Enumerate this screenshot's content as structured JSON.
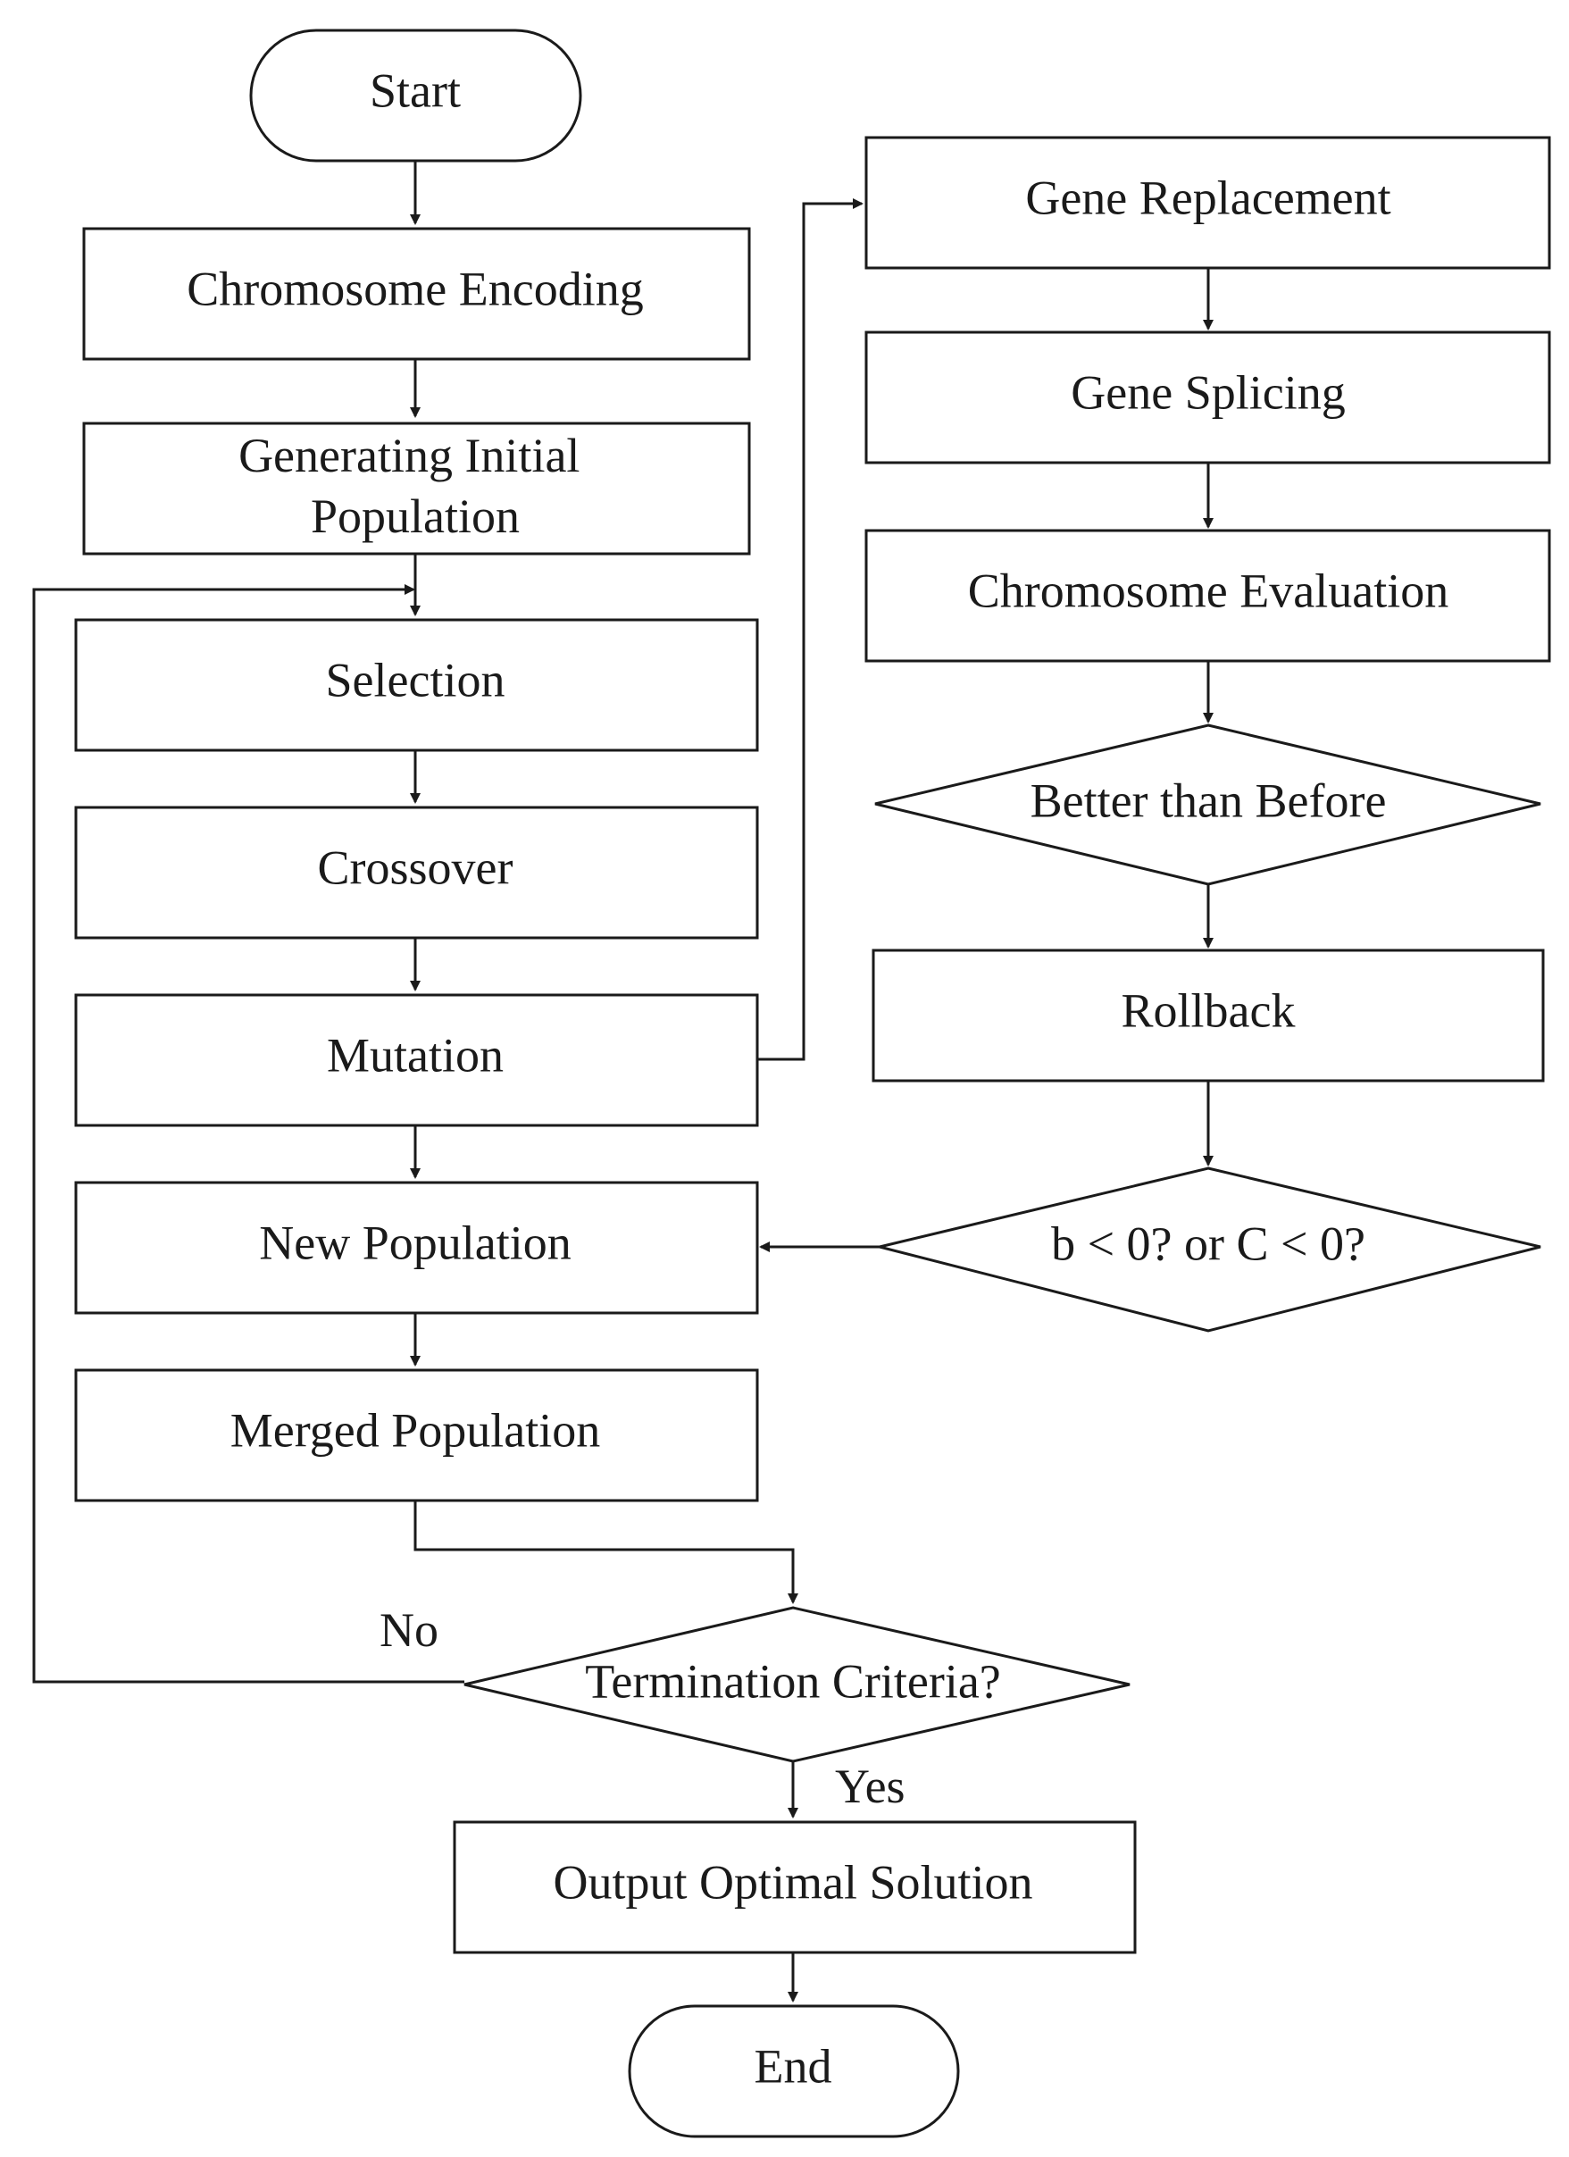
{
  "diagram": {
    "type": "flowchart",
    "nodes": {
      "start": "Start",
      "chromosome_encoding": "Chromosome Encoding",
      "generating_initial_population": "Generating Initial Population",
      "selection": "Selection",
      "crossover": "Crossover",
      "mutation": "Mutation",
      "new_population": "New Population",
      "merged_population": "Merged Population",
      "termination_criteria": "Termination Criteria?",
      "output_optimal_solution": "Output Optimal Solution",
      "end": "End",
      "gene_replacement": "Gene Replacement",
      "gene_splicing": "Gene Splicing",
      "chromosome_evaluation": "Chromosome Evaluation",
      "better_than_before": "Better than Before",
      "rollback": "Rollback",
      "b_or_c_check": "b < 0? or C < 0?"
    },
    "edge_labels": {
      "no": "No",
      "yes": "Yes"
    },
    "edges": [
      {
        "from": "start",
        "to": "chromosome_encoding"
      },
      {
        "from": "chromosome_encoding",
        "to": "generating_initial_population"
      },
      {
        "from": "generating_initial_population",
        "to": "selection"
      },
      {
        "from": "selection",
        "to": "crossover"
      },
      {
        "from": "crossover",
        "to": "mutation"
      },
      {
        "from": "mutation",
        "to": "new_population"
      },
      {
        "from": "mutation",
        "to": "gene_replacement"
      },
      {
        "from": "gene_replacement",
        "to": "gene_splicing"
      },
      {
        "from": "gene_splicing",
        "to": "chromosome_evaluation"
      },
      {
        "from": "chromosome_evaluation",
        "to": "better_than_before"
      },
      {
        "from": "better_than_before",
        "to": "rollback"
      },
      {
        "from": "rollback",
        "to": "b_or_c_check"
      },
      {
        "from": "b_or_c_check",
        "to": "new_population"
      },
      {
        "from": "new_population",
        "to": "merged_population"
      },
      {
        "from": "merged_population",
        "to": "termination_criteria"
      },
      {
        "from": "termination_criteria",
        "to": "selection",
        "label": "No"
      },
      {
        "from": "termination_criteria",
        "to": "output_optimal_solution",
        "label": "Yes"
      },
      {
        "from": "output_optimal_solution",
        "to": "end"
      }
    ]
  }
}
